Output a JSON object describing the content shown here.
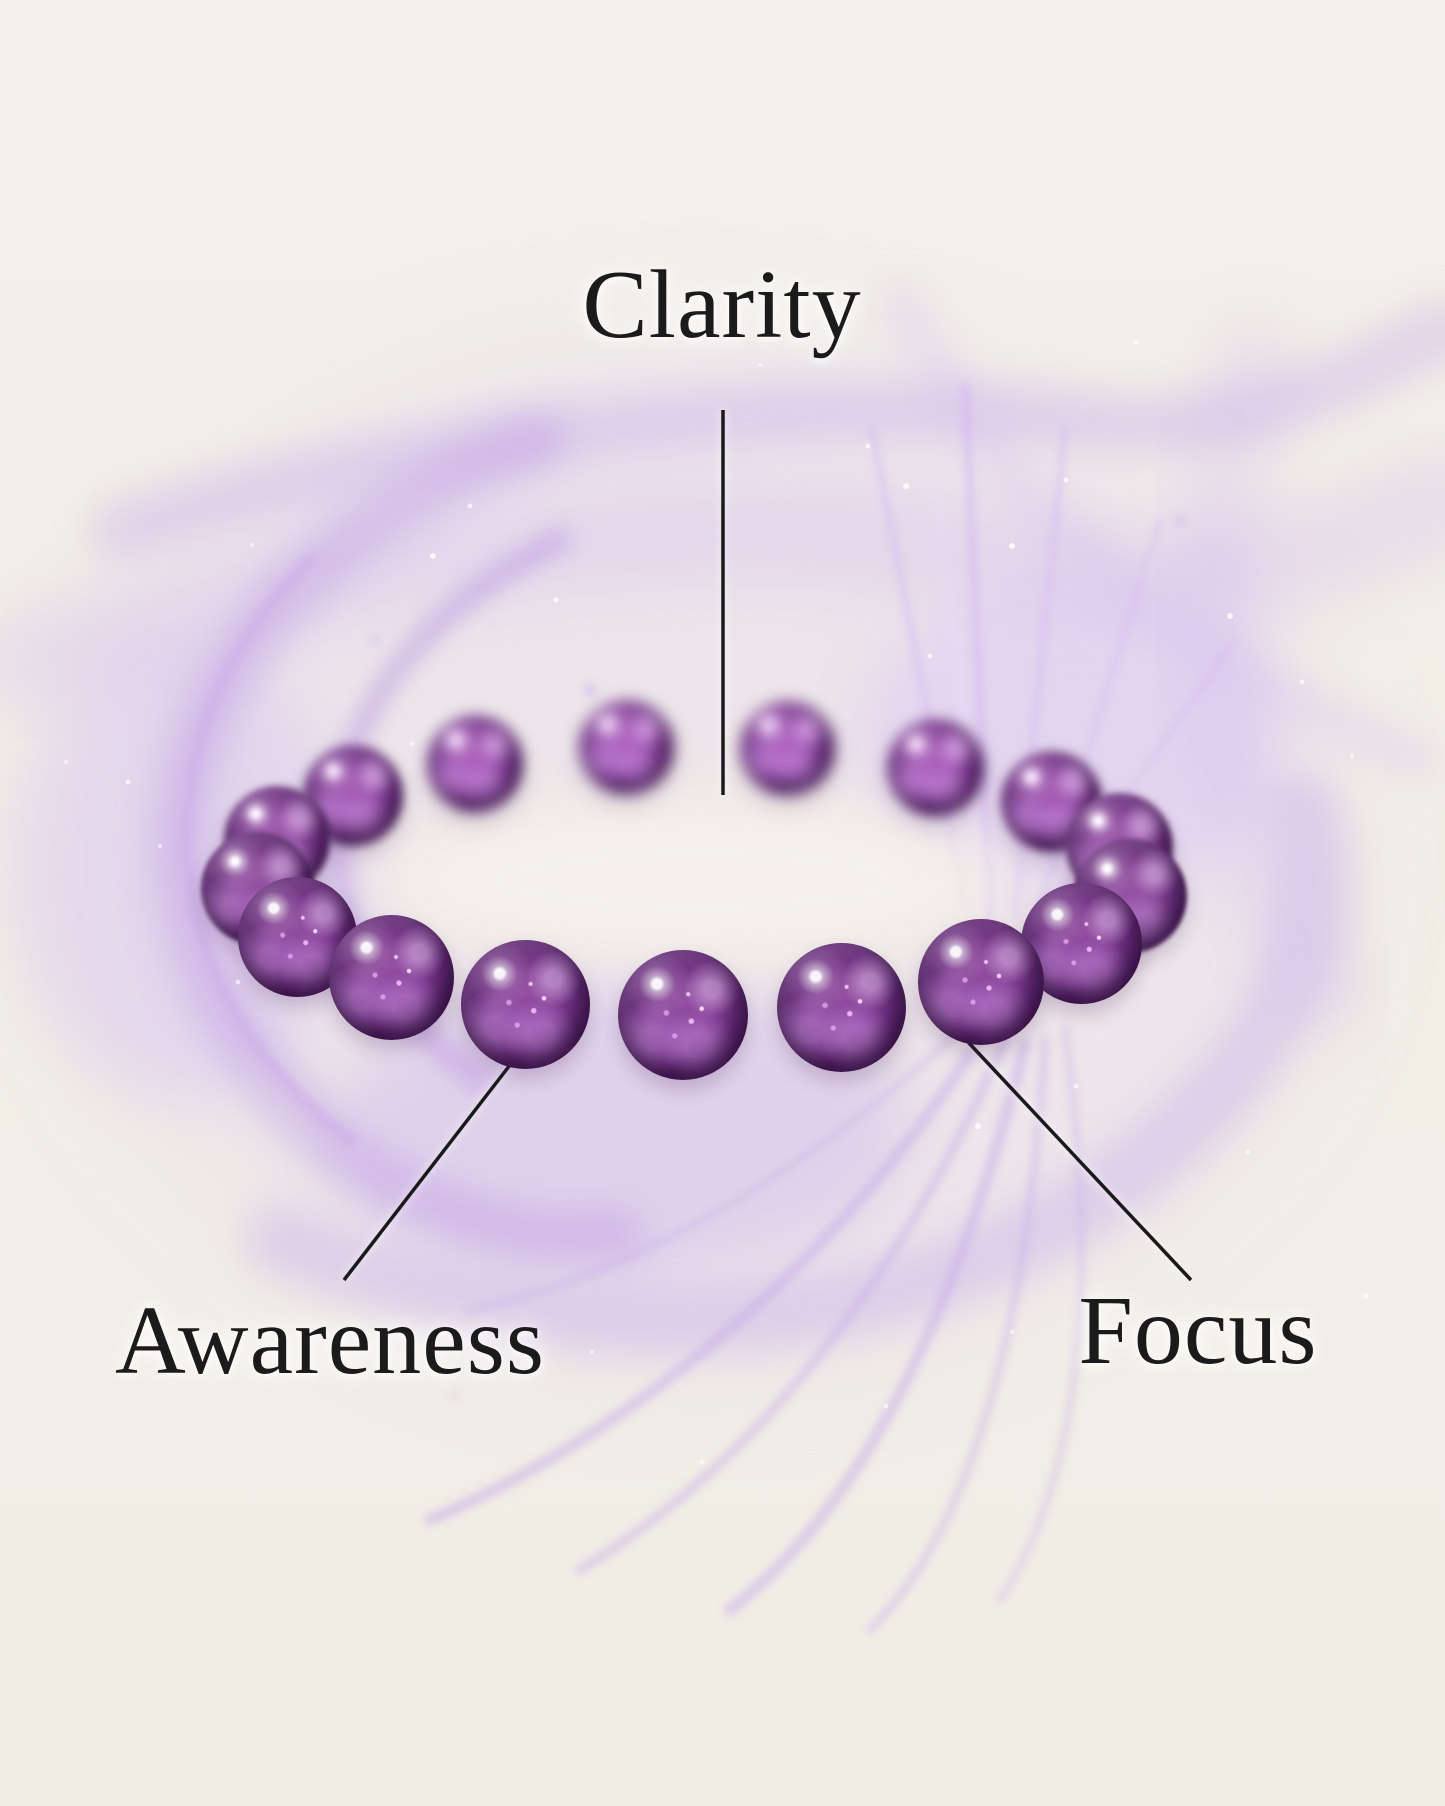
{
  "annotations": {
    "top": {
      "label": "Clarity"
    },
    "bottom_left": {
      "label": "Awareness"
    },
    "bottom_right": {
      "label": "Focus"
    }
  },
  "bracelet": {
    "bead_count": 17,
    "bead_color": "#5c2570",
    "bead_highlight_color": "#f3e2fa"
  },
  "colors": {
    "background": "#f1eee6",
    "swirl": "#c7a9e8",
    "swirl_strong": "#b28ae0",
    "leader_line": "#1a1a1a",
    "label_text": "#1b1b1b",
    "sparkle": "#ffffff"
  }
}
